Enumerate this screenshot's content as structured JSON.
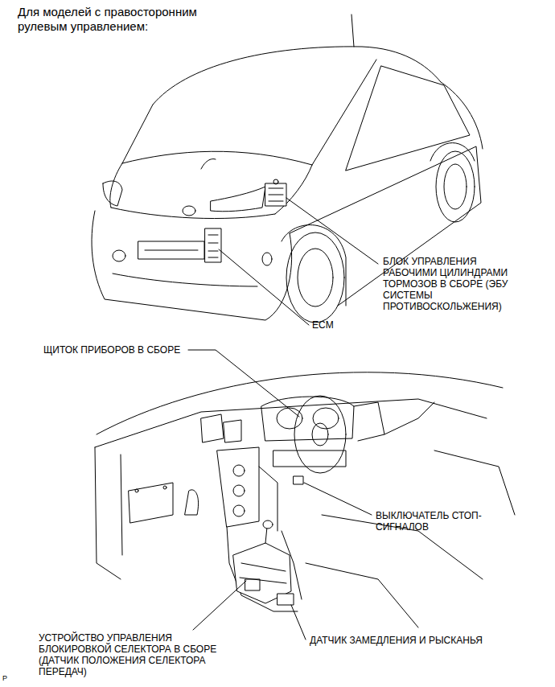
{
  "diagram": {
    "title": "Для моделей с правосторонним рулевым управлением:",
    "labels": [
      "БЛОК УПРАВЛЕНИЯ РАБОЧИМИ ЦИЛИНДРАМИ ТОРМОЗОВ В СБОРЕ (ЭБУ СИСТЕМЫ ПРОТИВОСКОЛЬЖЕНИЯ)",
      "ECM",
      "ЩИТОК ПРИБОРОВ В СБОРЕ",
      "ВЫКЛЮЧАТЕЛЬ СТОП-СИГНАЛОВ",
      "УСТРОЙСТВО УПРАВЛЕНИЯ БЛОКИРОВКОЙ СЕЛЕКТОРА В СБОРЕ (ДАТЧИК ПОЛОЖЕНИЯ СЕЛЕКТОРА ПЕРЕДАЧ)",
      "ДАТЧИК ЗАМЕДЛЕНИЯ И РЫСКАНЬЯ",
      "P"
    ]
  }
}
